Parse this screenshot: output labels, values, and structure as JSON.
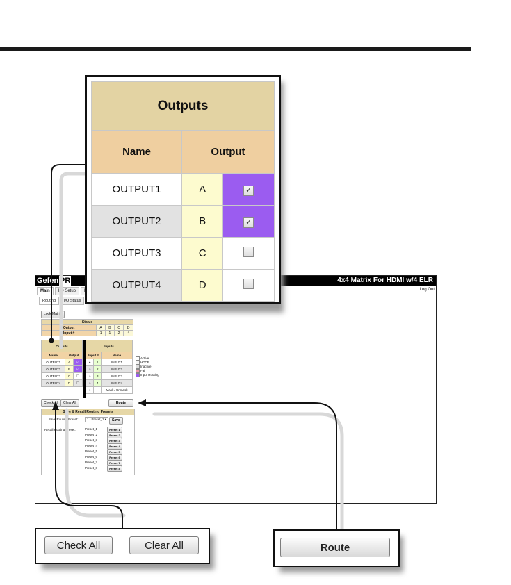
{
  "screenshot": {
    "logo_part1": "Gefen",
    "logo_part2": "PR",
    "product_title": "4x4 Matrix For HDMI w/4 ELR",
    "nav_tabs": [
      "Main",
      "I/O Setup",
      "Mana"
    ],
    "logout": "Log Out",
    "sub_tabs": [
      "Routing",
      "I/O Status"
    ],
    "lock_matrix": "Lock Matrix",
    "status": {
      "title": "Status",
      "output_label": "Output",
      "input_label": "Input #",
      "letters": [
        "A",
        "B",
        "C",
        "D"
      ],
      "inputs": [
        "1",
        "1",
        "2",
        "4"
      ]
    },
    "outputs": {
      "title": "Outputs",
      "name_header": "Name",
      "output_header": "Output",
      "rows": [
        {
          "name": "OUTPUT1",
          "letter": "A",
          "checked": true
        },
        {
          "name": "OUTPUT2",
          "letter": "B",
          "checked": true
        },
        {
          "name": "OUTPUT3",
          "letter": "C",
          "checked": false
        },
        {
          "name": "OUTPUT4",
          "letter": "D",
          "checked": false
        }
      ]
    },
    "inputs": {
      "title": "Inputs",
      "number_header": "Input #",
      "name_header": "Name",
      "rows": [
        {
          "number": "1",
          "name": "INPUT1"
        },
        {
          "number": "2",
          "name": "INPUT2"
        },
        {
          "number": "3",
          "name": "INPUT3"
        },
        {
          "number": "4",
          "name": "INPUT4"
        }
      ],
      "mask_label": "Mask / Unmask"
    },
    "legend": [
      "Active",
      "HDCP",
      "Inactive",
      "Fail",
      "Input Routing"
    ],
    "check_all": "Check All",
    "clear_all": "Clear All",
    "route": "Route",
    "presets": {
      "title": "Save & Recall Routing Presets",
      "save_label": "Save Routing Preset:",
      "save_select": "1 - Preset_1 ▾",
      "save_button": "Save",
      "recall_label": "Recall Routing Preset:",
      "rows": [
        {
          "name": "Preset_1",
          "button": "Preset 1"
        },
        {
          "name": "Preset_2",
          "button": "Preset 2"
        },
        {
          "name": "Preset_3",
          "button": "Preset 3"
        },
        {
          "name": "Preset_4",
          "button": "Preset 4"
        },
        {
          "name": "Preset_5",
          "button": "Preset 5"
        },
        {
          "name": "Preset_6",
          "button": "Preset 6"
        },
        {
          "name": "Preset_7",
          "button": "Preset 7"
        },
        {
          "name": "Preset_8",
          "button": "Preset 8"
        }
      ]
    }
  },
  "callout_outputs": {
    "title": "Outputs",
    "name_header": "Name",
    "output_header": "Output",
    "rows": [
      {
        "name": "OUTPUT1",
        "letter": "A",
        "checked": true
      },
      {
        "name": "OUTPUT2",
        "letter": "B",
        "checked": true
      },
      {
        "name": "OUTPUT3",
        "letter": "C",
        "checked": false
      },
      {
        "name": "OUTPUT4",
        "letter": "D",
        "checked": false
      }
    ],
    "checked_color": "#9b5cf0"
  },
  "callout_buttons": {
    "check_all": "Check All",
    "clear_all": "Clear All",
    "route": "Route"
  }
}
